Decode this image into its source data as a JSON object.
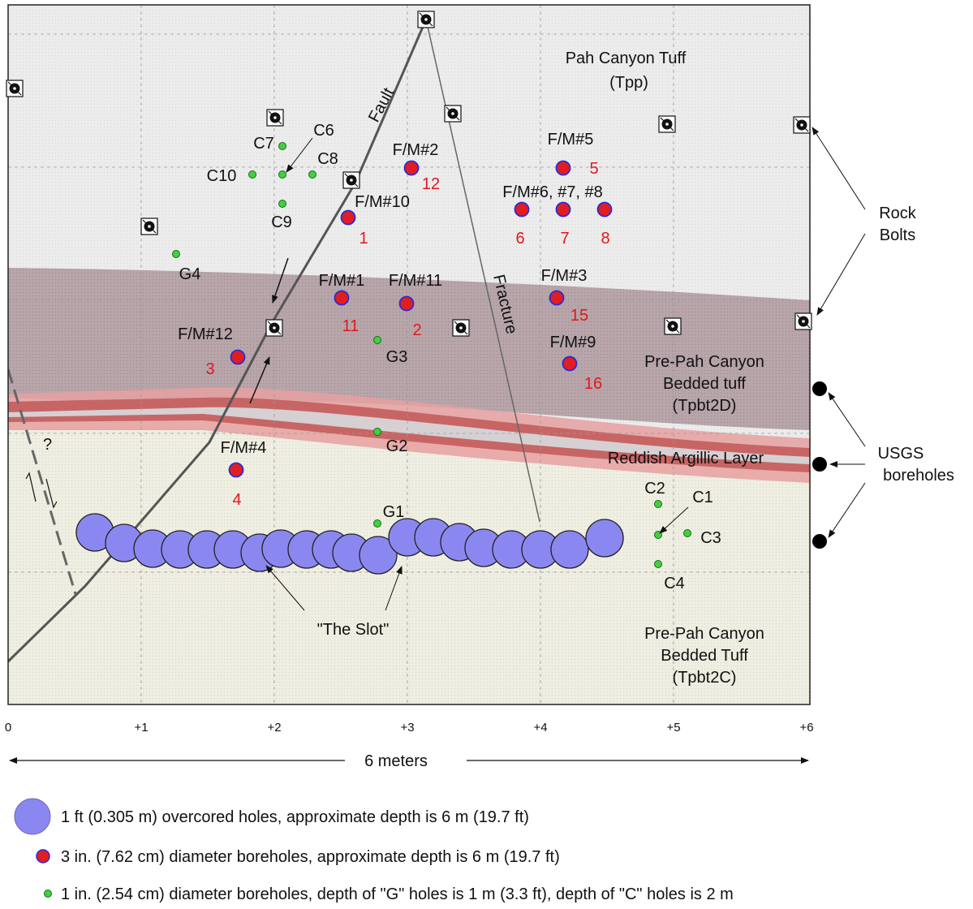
{
  "colors": {
    "tpp_fill": "#ebebeb",
    "tpbt2d_fill": "#b4a2a8",
    "tpbt2c_fill": "#efeee0",
    "argillic_outer": "#d98080",
    "argillic_inner": "#c75a5a",
    "overcore_fill": "#8a88f0",
    "borehole_fill": "#e01d23",
    "borehole_ring": "#2b2bd6",
    "small_hole_fill": "#40d040",
    "fault_line": "#555555"
  },
  "zones": {
    "tpp": [
      "Pah Canyon Tuff",
      "(Tpp)"
    ],
    "tpbt2d": [
      "Pre-Pah Canyon",
      "Bedded tuff",
      "(Tpbt2D)"
    ],
    "argillic": "Reddish Argillic Layer",
    "tpbt2c": [
      "Pre-Pah Canyon",
      "Bedded Tuff",
      "(Tpbt2C)"
    ]
  },
  "features": {
    "fault": "Fault",
    "fracture": "Fracture",
    "question": "?",
    "slot": "\"The Slot\"",
    "rock_bolts": [
      "Rock",
      "Bolts"
    ],
    "usgs_boreholes": [
      "USGS",
      "boreholes"
    ]
  },
  "boreholes": [
    {
      "label": "F/M#2",
      "number": "12"
    },
    {
      "label": "F/M#10",
      "number": "1"
    },
    {
      "label": "F/M#5",
      "number": "5"
    },
    {
      "label": "F/M#6, #7, #8",
      "numbers": [
        "6",
        "7",
        "8"
      ]
    },
    {
      "label": "F/M#1",
      "number": "11"
    },
    {
      "label": "F/M#11",
      "number": "2"
    },
    {
      "label": "F/M#3",
      "number": "15"
    },
    {
      "label": "F/M#9",
      "number": "16"
    },
    {
      "label": "F/M#12",
      "number": "3"
    },
    {
      "label": "F/M#4",
      "number": "4"
    }
  ],
  "small_holes": [
    "C7",
    "C6",
    "C8",
    "C10",
    "C9",
    "G4",
    "G3",
    "G2",
    "G1",
    "C2",
    "C1",
    "C3",
    "C4"
  ],
  "axis": {
    "ticks": [
      "0",
      "+1",
      "+2",
      "+3",
      "+4",
      "+5",
      "+6"
    ],
    "span_label": "6 meters"
  },
  "legend": [
    "1 ft (0.305 m) overcored holes, approximate depth is 6 m (19.7 ft)",
    "3 in. (7.62 cm) diameter boreholes, approximate depth is 6 m (19.7 ft)",
    "1 in. (2.54 cm) diameter boreholes, depth of \"G\" holes is 1 m (3.3 ft), depth of \"C\" holes is 2 m"
  ]
}
